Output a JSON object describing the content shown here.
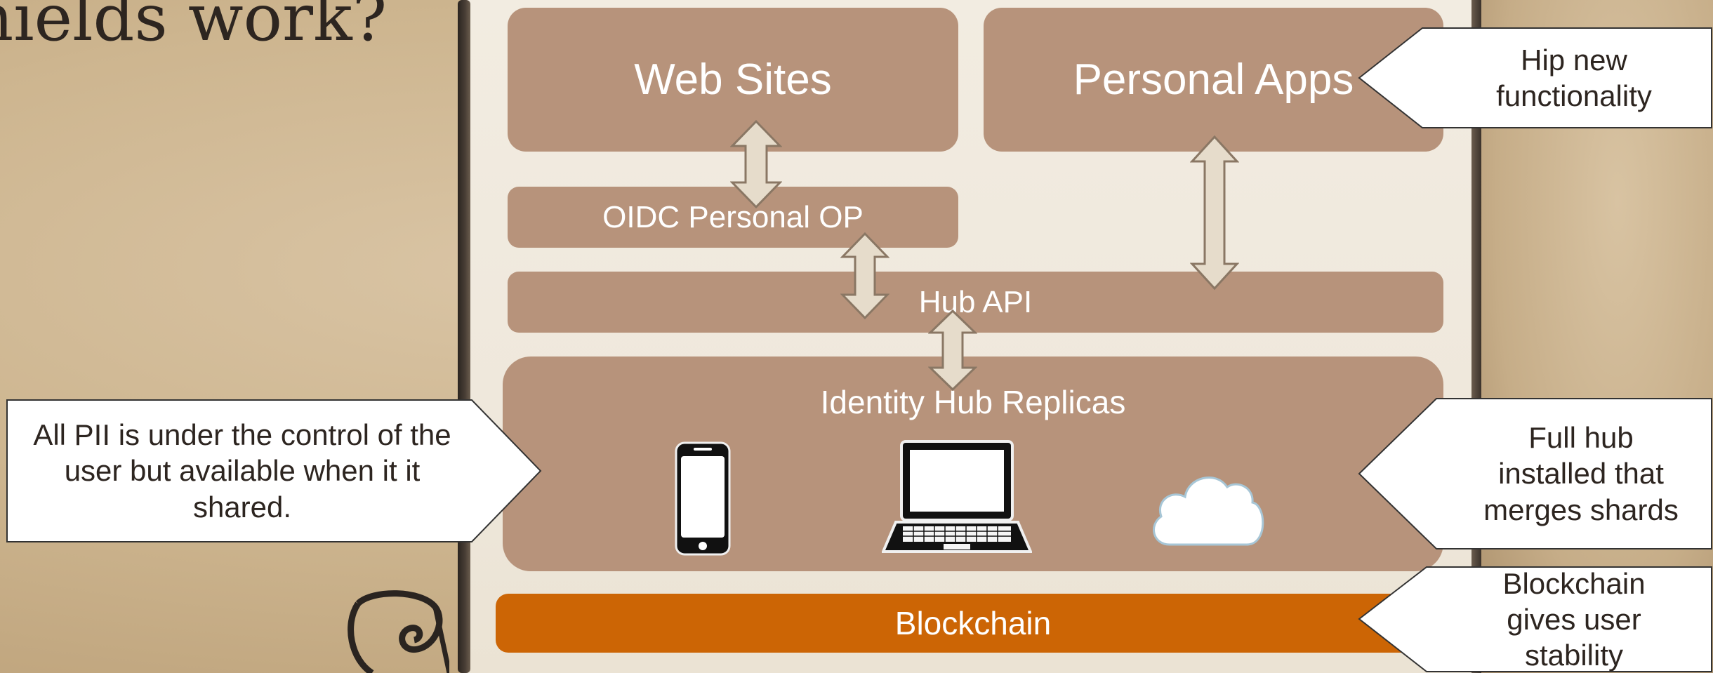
{
  "slide": {
    "title": "nields work?"
  },
  "diagram": {
    "web_sites": "Web Sites",
    "personal_apps": "Personal Apps",
    "oidc": "OIDC Personal OP",
    "hub_api": "Hub API",
    "identity_hub_replicas": "Identity Hub Replicas",
    "blockchain": "Blockchain",
    "devices": [
      "phone-icon",
      "laptop-icon",
      "cloud-icon"
    ]
  },
  "callouts": {
    "hip_new": "Hip new functionality",
    "pii": "All PII is under the control of the user but available when it it shared.",
    "full_hub": "Full hub installed that merges shards",
    "blockchain_gives": "Blockchain gives user stability"
  },
  "colors": {
    "box": "#b7937b",
    "blockchain": "#cc6505",
    "arrow_fill": "#e6dccb",
    "arrow_stroke": "#8a7764",
    "text_dark": "#2d2520"
  }
}
